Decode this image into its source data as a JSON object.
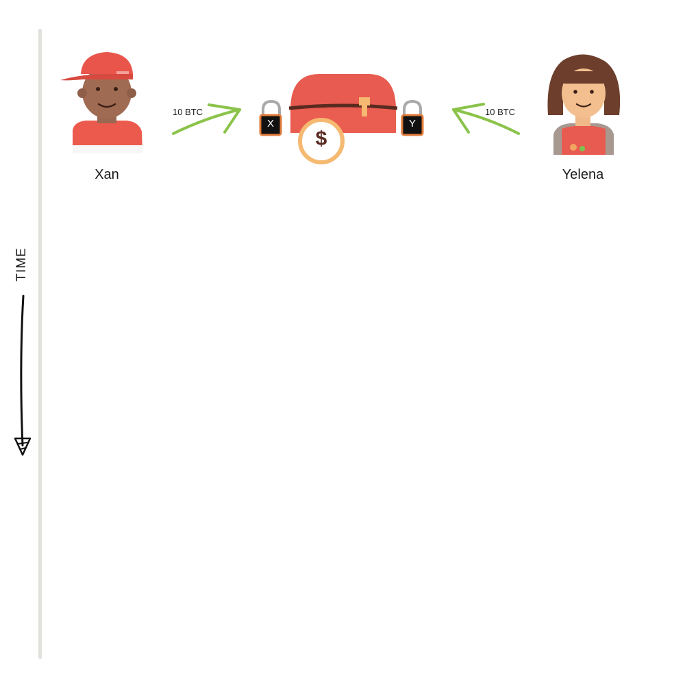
{
  "timeline": {
    "label": "TIME"
  },
  "participants": [
    {
      "name": "Xan",
      "lock_label": "X",
      "amount": "10 BTC"
    },
    {
      "name": "Yelena",
      "lock_label": "Y",
      "amount": "10 BTC"
    }
  ],
  "chest": {
    "coin_symbol": "$"
  },
  "colors": {
    "timeline_bar": "#e0e0dc",
    "arrow": "#8bc34a",
    "chest": "#e85b50",
    "coin": "#f5b971",
    "lock_body": "#111111",
    "lock_border": "#e07b3a"
  }
}
